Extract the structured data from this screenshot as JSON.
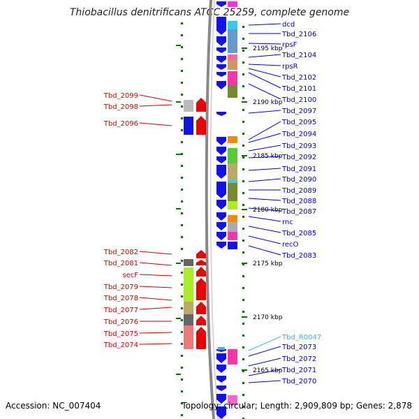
{
  "title": "Thiobacillus denitrificans ATCC 25259, complete genome",
  "footer": {
    "accession": "Accession: NC_007404",
    "topology": "Topology: circular; Length: 2,909,809 bp; Genes: 2,878"
  },
  "colors": {
    "right_label": "#0000cc",
    "left_label": "#cc0000",
    "rna_label": "#33bbdd",
    "forward_arrow": "#1111ee",
    "reverse_arrow": "#ee0000",
    "backbone": "#888888",
    "tick": "#007700"
  },
  "scale_labels": [
    "2195 kbp",
    "2190 kbp",
    "2185 kbp",
    "2180 kbp",
    "2175 kbp",
    "2170 kbp",
    "2165 kbp"
  ],
  "right_labels": [
    "dcd",
    "Tbd_2106",
    "rpsF",
    "Tbd_2104",
    "rpsR",
    "Tbd_2102",
    "Tbd_2101",
    "Tbd_2100",
    "Tbd_2097",
    "Tbd_2095",
    "Tbd_2094",
    "Tbd_2093",
    "Tbd_2092",
    "Tbd_2091",
    "Tbd_2090",
    "Tbd_2089",
    "Tbd_2088",
    "Tbd_2087",
    "rnc",
    "Tbd_2085",
    "recO",
    "Tbd_2083",
    "Tbd_R0047",
    "Tbd_2073",
    "Tbd_2072",
    "Tbd_2071",
    "Tbd_2070"
  ],
  "left_labels": [
    "Tbd_2099",
    "Tbd_2098",
    "Tbd_2096",
    "Tbd_2082",
    "Tbd_2081",
    "secF",
    "Tbd_2079",
    "Tbd_2078",
    "Tbd_2077",
    "Tbd_2076",
    "Tbd_2075",
    "Tbd_2074"
  ]
}
